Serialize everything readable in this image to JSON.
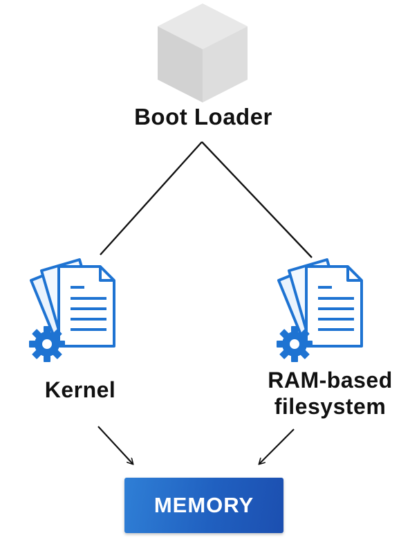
{
  "diagram": {
    "boot_loader": {
      "label": "Boot Loader",
      "icon": "cube-icon"
    },
    "kernel": {
      "label": "Kernel",
      "icon": "document-gear-icon"
    },
    "ram_filesystem": {
      "label_line1": "RAM-based",
      "label_line2": "filesystem",
      "icon": "document-gear-icon"
    },
    "memory": {
      "label": "MEMORY"
    },
    "colors": {
      "icon_blue": "#1e73d2",
      "memory_box": "#2668c8",
      "cube_gray": "#d9d9d9",
      "line": "#111111"
    }
  }
}
